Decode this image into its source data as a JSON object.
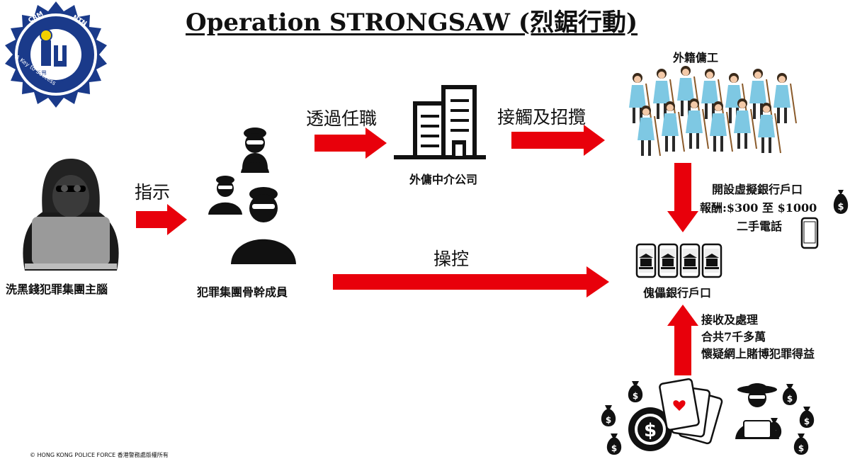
{
  "title": "Operation STRONGSAW (烈鋸行動)",
  "logo": {
    "text_top_left": "CRM",
    "text_top_right": "NTN",
    "district": "新界",
    "motto": "A Key to Success"
  },
  "nodes": {
    "mastermind": "洗黑錢犯罪集團主腦",
    "core_members": "犯罪集團骨幹成員",
    "agency": "外傭中介公司",
    "helpers": "外籍傭工",
    "accounts": "傀儡銀行戶口"
  },
  "edges": {
    "instruct": "指示",
    "via_job": "透過任職",
    "contact": "接觸及招攬",
    "control": "操控"
  },
  "recruit_terms": {
    "line1": "開設虛擬銀行戶口",
    "line2": "報酬:$300  至  $1000",
    "line3": "二手電話"
  },
  "proceeds": {
    "line1": "接收及處理",
    "line2": "合共7千多萬",
    "line3": "懷疑網上賭博犯罪得益"
  },
  "copyright": "© HONG KONG POLICE FORCE  香港警務處版權所有",
  "colors": {
    "arrow": "#e8000b",
    "figure": "#111111",
    "helper_dress": "#7ec8e3"
  },
  "icons": [
    "police-badge-icon",
    "hooded-hacker-icon",
    "masked-robber-icon",
    "office-building-icon",
    "domestic-helper-icon",
    "smartphone-bank-icon",
    "money-bag-icon",
    "playing-cards-icon",
    "casino-chip-icon"
  ]
}
